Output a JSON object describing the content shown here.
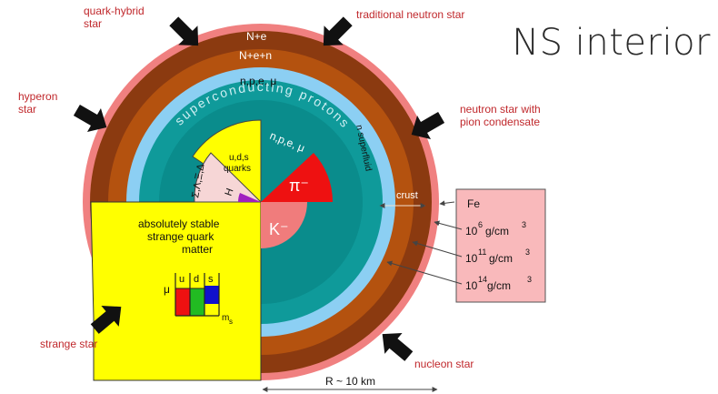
{
  "slide_title": "NS interior",
  "star_types": {
    "quark_hybrid": [
      "quark-hybrid",
      "star"
    ],
    "traditional_neutron": "traditional neutron star",
    "hyperon": [
      "hyperon",
      "star"
    ],
    "pion_condensate": [
      "neutron star with",
      "pion condensate"
    ],
    "strange": "strange star",
    "nucleon": "nucleon star"
  },
  "layers": {
    "outer": "N+e",
    "inner": "N+e+n",
    "blue_composition": "n,p,e, μ",
    "ring_text": "superconducting protons",
    "n_superfluid": "n superfluid",
    "core_composition": "n,p,e, μ",
    "quarks": [
      "u,d,s",
      "quarks"
    ],
    "hyperons": "Σ,Λ,Ξ,Δ",
    "h_label": "H",
    "pion": "π⁻",
    "kaon": "K⁻",
    "strange_matter": [
      "absolutely stable",
      "strange quark",
      "matter"
    ]
  },
  "quark_box": {
    "mu": "μ",
    "flavors": [
      "u",
      "d",
      "s"
    ],
    "ms": "m",
    "ms_sub": "s"
  },
  "crust_label": "crust",
  "density_box": {
    "element": "Fe",
    "densities": [
      {
        "base": "10",
        "exp": "6",
        "unit": " g/cm",
        "unit_exp": "3"
      },
      {
        "base": "10",
        "exp": "11",
        "unit": " g/cm",
        "unit_exp": "3"
      },
      {
        "base": "10",
        "exp": "14",
        "unit": "  g/cm",
        "unit_exp": "3"
      }
    ]
  },
  "radius_label": "R ~ 10 km",
  "colors": {
    "outer_rim": "#f08080",
    "brown_outer": "#8b3a10",
    "brown_inner": "#b4520f",
    "blue": "#8ccff3",
    "teal": "#0f9a9a",
    "yellow": "#ffff00",
    "red": "#ee1111",
    "pink": "#f07c7c",
    "density_box": "#f9b9bb",
    "label_red": "#c0282c"
  }
}
